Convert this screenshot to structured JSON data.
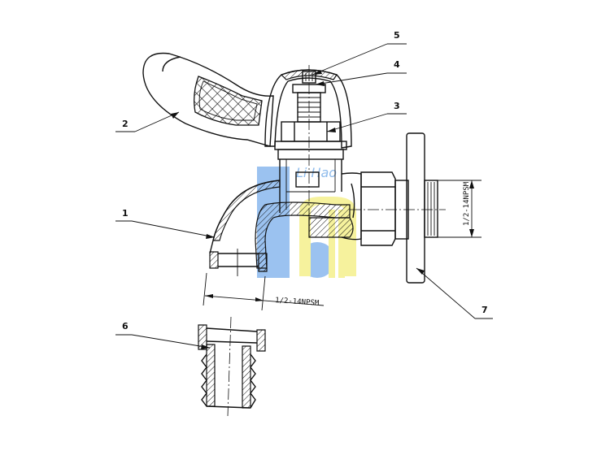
{
  "callouts": [
    {
      "id": "1",
      "label": "1"
    },
    {
      "id": "2",
      "label": "2"
    },
    {
      "id": "3",
      "label": "3"
    },
    {
      "id": "4",
      "label": "4"
    },
    {
      "id": "5",
      "label": "5"
    },
    {
      "id": "6",
      "label": "6"
    },
    {
      "id": "7",
      "label": "7"
    }
  ],
  "dimensions": {
    "outlet_thread": "1/2-14NPSM",
    "inlet_thread": "1/2-14NPSM"
  },
  "watermark": {
    "text": "Li Hao",
    "colors": {
      "blue": "#8ab8ee",
      "yellow": "#f5f08c"
    }
  }
}
